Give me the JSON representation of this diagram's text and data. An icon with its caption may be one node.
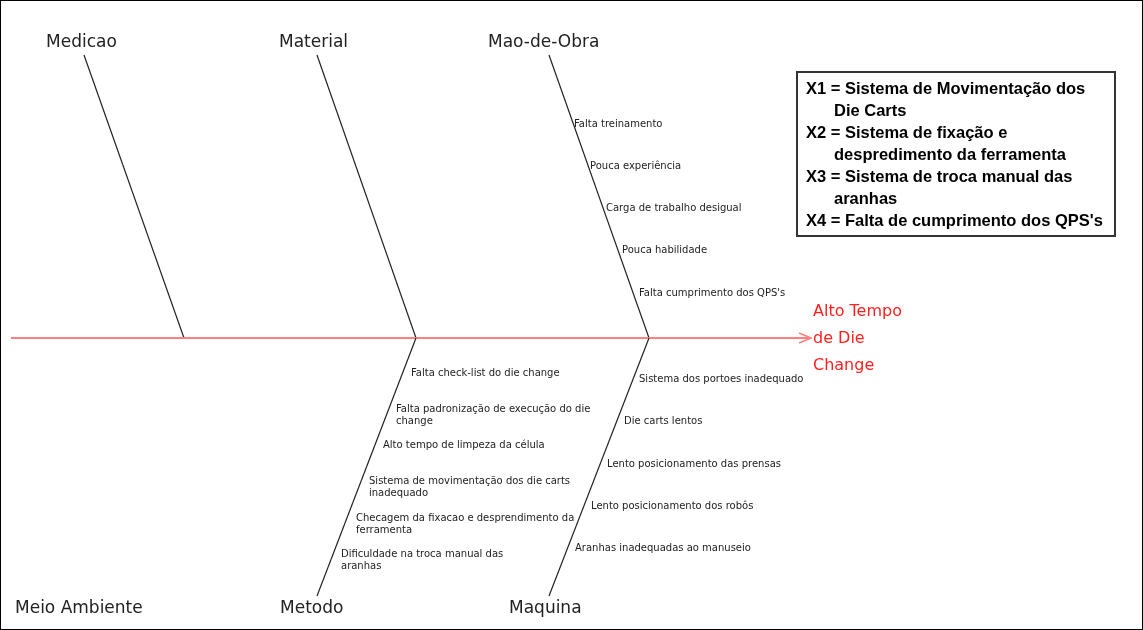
{
  "diagram": {
    "nodes": [
      {
        "text": [
          "Medicao"
        ]
      },
      {
        "text": [
          "Material"
        ]
      },
      {
        "text": [
          "Mao-de-Obra"
        ]
      },
      {
        "text": [
          "X1 = Sistema de Movimentação dos Die Carts",
          "X2 = Sistema de fixação e despredimento da ferramenta",
          "X3 = Sistema de troca manual das aranhas",
          "X4 = Falta de cumprimento dos QPS's"
        ]
      },
      {
        "text": [
          "Alto Tempo de Die Change"
        ]
      },
      {
        "text": [
          "Metodo"
        ]
      },
      {
        "text": [
          "Maquina"
        ]
      }
    ],
    "edges": [
      {
        "from": 0,
        "to": null,
        "arrow": "none"
      },
      {
        "from": 1,
        "to": null,
        "arrow": "none"
      },
      {
        "from": 2,
        "to": null,
        "arrow": "none"
      },
      {
        "from": null,
        "to": 4,
        "arrow": "to",
        "color": "#ff8080"
      },
      {
        "from": 5,
        "to": null,
        "arrow": "none"
      },
      {
        "from": 6,
        "to": null,
        "arrow": "none"
      }
    ],
    "labels": [
      "Falta treinamento",
      "Pouca experiência",
      "Carga de trabalho desigual",
      "Pouca habilidade",
      "Falta cumprimento dos QPS's",
      "Falta check-list do die change",
      "Falta padronização de execução do die change",
      "Alto tempo de limpeza da célula",
      "Sistema de movimentação dos die carts inadequado",
      "Checagem da fixacao e desprendimento da ferramenta",
      "Dificuldade na troca manual das aranhas",
      "Sistema dos portoes inadequado",
      "Die carts lentos",
      "Lento posicionamento das prensas",
      "Lento posicionamento dos robôs",
      "Aranhas inadequadas ao manuseio",
      "Meio Ambiente"
    ]
  }
}
